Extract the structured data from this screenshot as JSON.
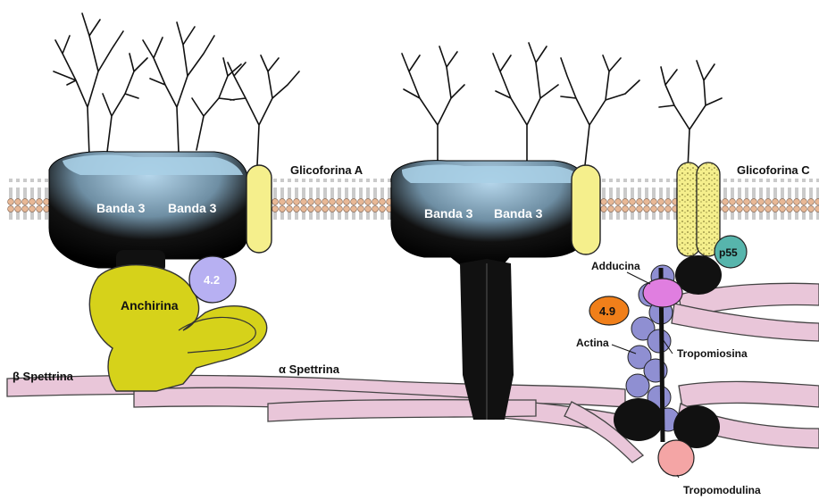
{
  "labels": {
    "band3_a": "Banda 3",
    "band3_b": "Banda 3",
    "band3_c": "Banda 3",
    "band3_d": "Banda 3",
    "glycophorin_a": "Glicoforina A",
    "glycophorin_c": "Glicoforina C",
    "ankyrin": "Anchirina",
    "protein_4_2": "4.2",
    "protein_4_9": "4.9",
    "p55": "p55",
    "adducin": "Adducina",
    "actin": "Actina",
    "tropomyosin": "Tropomiosina",
    "tropomodulin": "Tropomodulina",
    "beta_spectrin": "β Spettrina",
    "alpha_spectrin": "α Spettrina"
  },
  "colors": {
    "membrane_head": "#e8b896",
    "band3_body": "#111111",
    "band3_top": "#a9cfe6",
    "glycophorin": "#f5ef8c",
    "ankyrin": "#d6d21a",
    "protein_4_2": "#b7b0f2",
    "protein_4_9": "#f07f1a",
    "p55": "#57b5ac",
    "adducin": "#e07ee0",
    "actin": "#8f8fd2",
    "tropomodulin": "#f4a5a5",
    "spectrin": "#e9c6d9"
  }
}
